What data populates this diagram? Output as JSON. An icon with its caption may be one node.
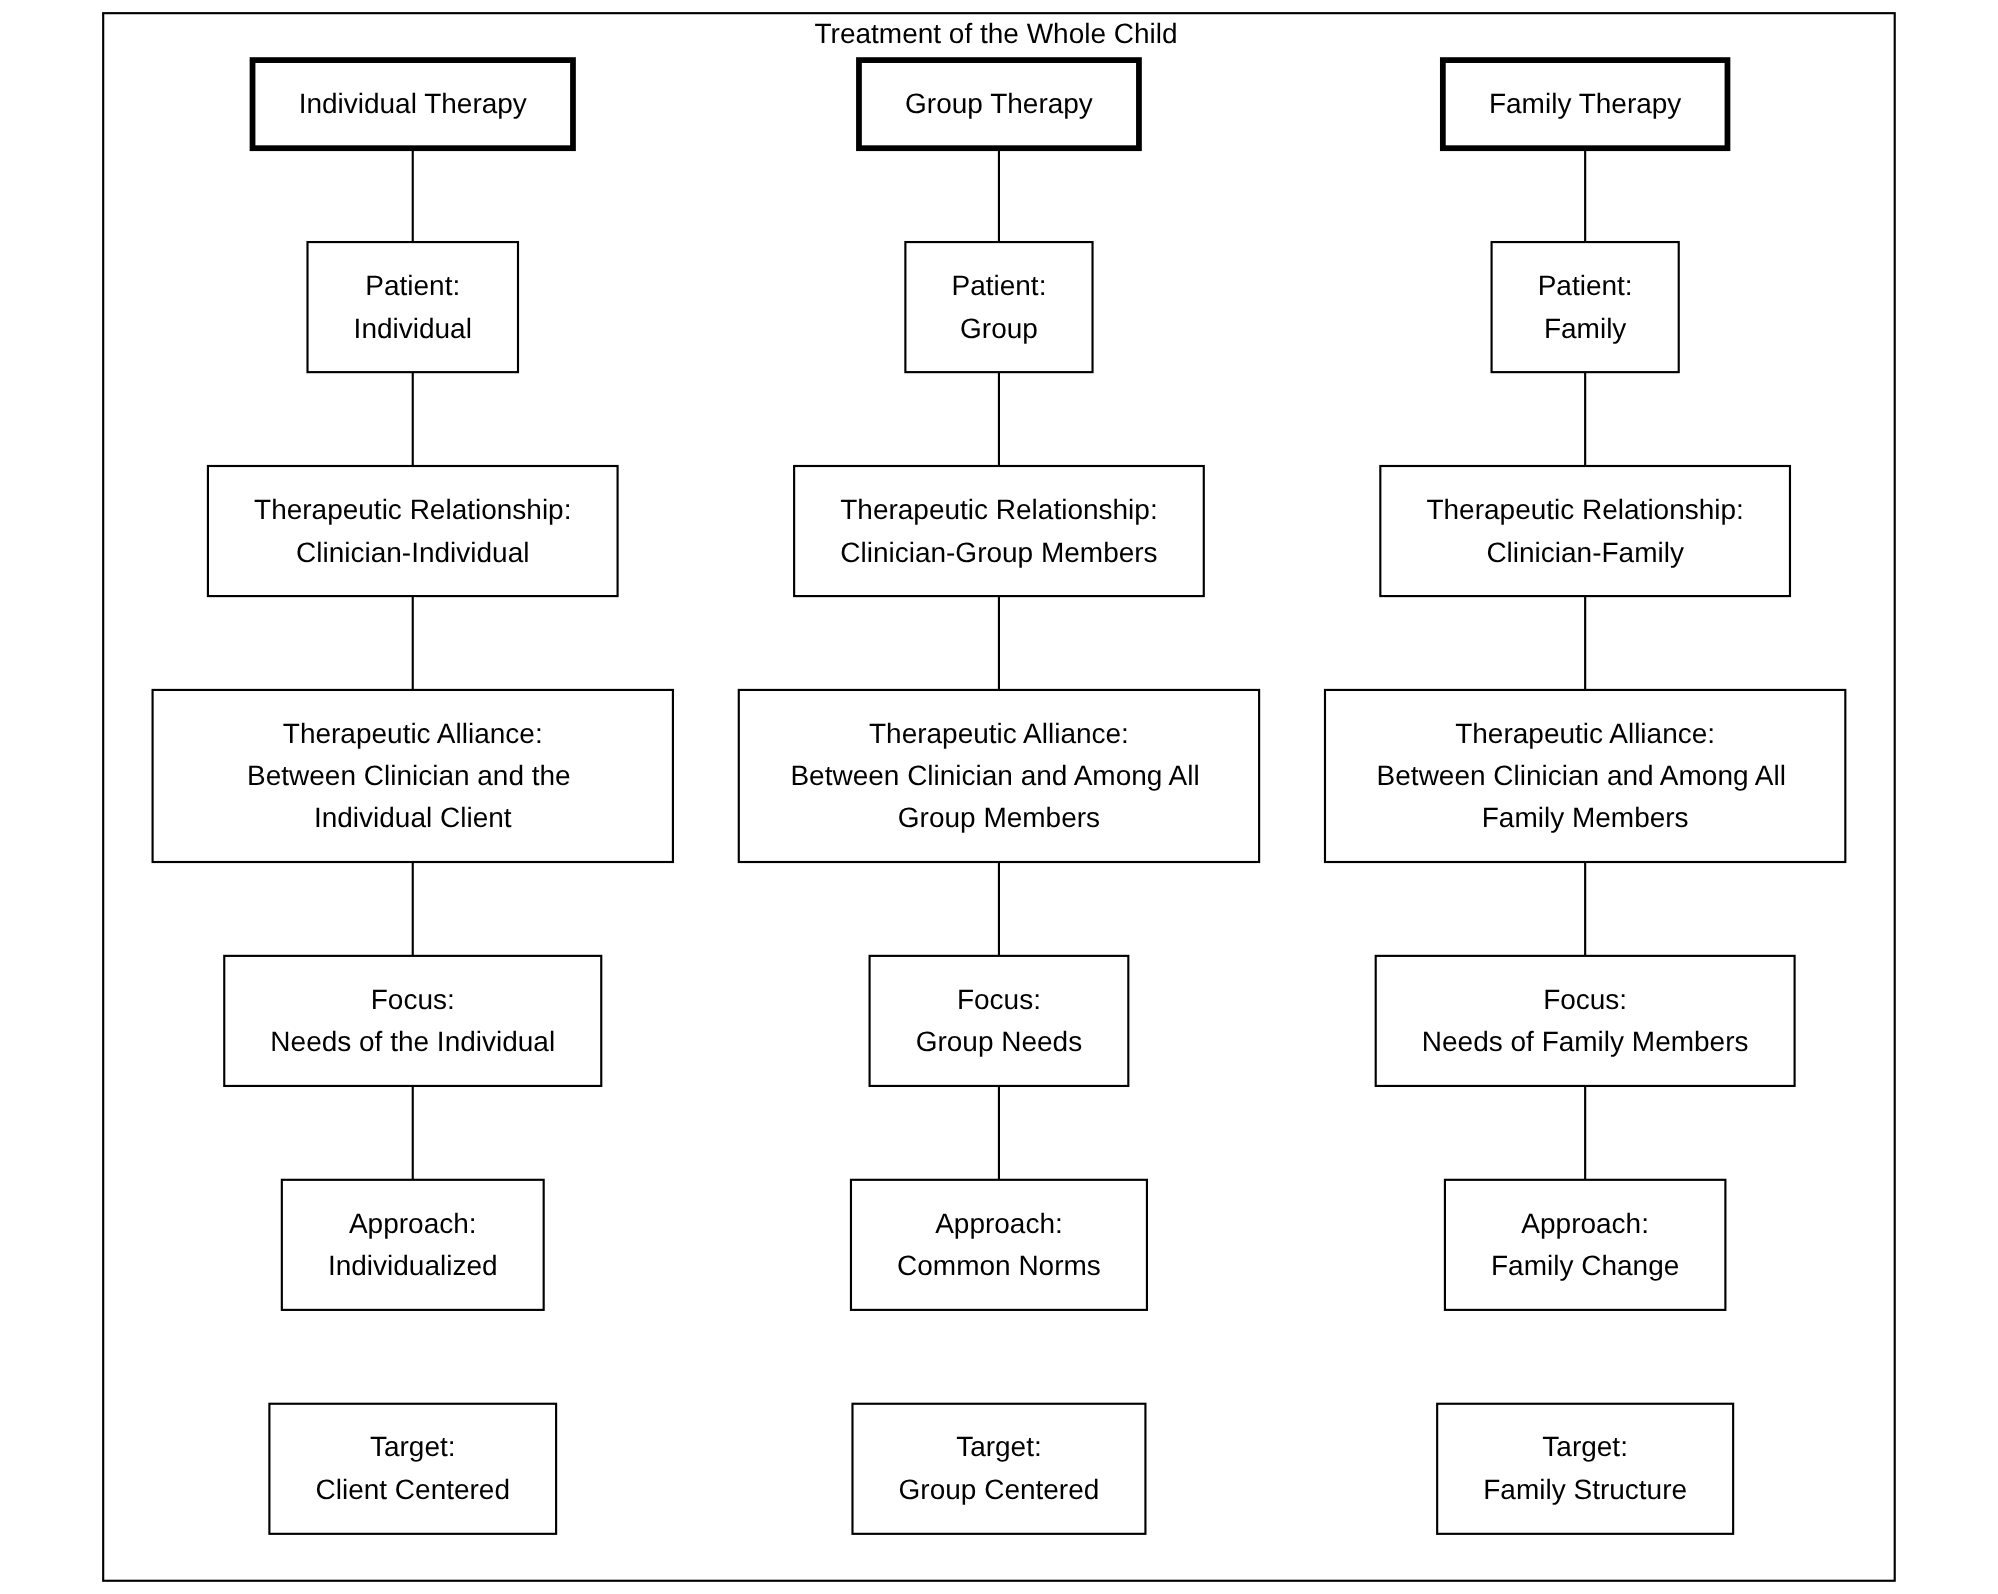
{
  "diagram": {
    "nodes": [
      {
        "text": [
          "Treatment of the Whole Child"
        ]
      },
      {
        "text": [
          "Individual Therapy"
        ],
        "in": 0
      },
      {
        "text": [
          "Patient:",
          "Individual"
        ],
        "in": 0
      },
      {
        "text": [
          "Therapeutic Relationship:",
          "Clinician-Individual"
        ],
        "in": 0
      },
      {
        "text": [
          "Therapeutic Alliance:",
          "Between Clinician and the Individual Client"
        ],
        "in": 0
      },
      {
        "text": [
          "Focus:",
          "Needs of the Individual"
        ],
        "in": 0
      },
      {
        "text": [
          "Approach:",
          "Individualized"
        ],
        "in": 0
      },
      {
        "text": [
          "Target:",
          "Client Centered"
        ],
        "in": 0
      },
      {
        "text": [
          "Group Therapy"
        ],
        "in": 0
      },
      {
        "text": [
          "Patient:",
          "Group"
        ],
        "in": 0
      },
      {
        "text": [
          "Therapeutic Relationship:",
          "Clinician-Group Members"
        ],
        "in": 0
      },
      {
        "text": [
          "Therapeutic Alliance:",
          "Between Clinician and Among All Group Members"
        ],
        "in": 0
      },
      {
        "text": [
          "Focus:",
          "Group Needs"
        ],
        "in": 0
      },
      {
        "text": [
          "Approach:",
          "Common Norms"
        ],
        "in": 0
      },
      {
        "text": [
          "Target:",
          "Group Centered"
        ],
        "in": 0
      },
      {
        "text": [
          "Family Therapy"
        ],
        "in": 0
      },
      {
        "text": [
          "Patient:",
          "Family"
        ],
        "in": 0
      },
      {
        "text": [
          "Therapeutic Relationship:",
          "Clinician-Family"
        ],
        "in": 0
      },
      {
        "text": [
          "Therapeutic Alliance:",
          "Between Clinician and Among All Family Members"
        ],
        "in": 0
      },
      {
        "text": [
          "Focus:",
          "Needs of Family Members"
        ],
        "in": 0
      },
      {
        "text": [
          "Approach:",
          "Family Change"
        ],
        "in": 0
      },
      {
        "text": [
          "Target:",
          "Family Structure"
        ],
        "in": 0
      }
    ],
    "edges": [
      {
        "from": 1,
        "to": 2,
        "arrow": "none"
      },
      {
        "from": 2,
        "to": 3,
        "arrow": "none"
      },
      {
        "from": 3,
        "to": 4,
        "arrow": "none"
      },
      {
        "from": 4,
        "to": 5,
        "arrow": "none"
      },
      {
        "from": 5,
        "to": 6,
        "arrow": "none"
      },
      {
        "from": 8,
        "to": 9,
        "arrow": "none"
      },
      {
        "from": 9,
        "to": 10,
        "arrow": "none"
      },
      {
        "from": 10,
        "to": 11,
        "arrow": "none"
      },
      {
        "from": 11,
        "to": 12,
        "arrow": "none"
      },
      {
        "from": 12,
        "to": 13,
        "arrow": "none"
      },
      {
        "from": 15,
        "to": 16,
        "arrow": "none"
      },
      {
        "from": 16,
        "to": 17,
        "arrow": "none"
      },
      {
        "from": 17,
        "to": 18,
        "arrow": "none"
      },
      {
        "from": 18,
        "to": 19,
        "arrow": "none"
      },
      {
        "from": 19,
        "to": 20,
        "arrow": "none"
      }
    ]
  }
}
